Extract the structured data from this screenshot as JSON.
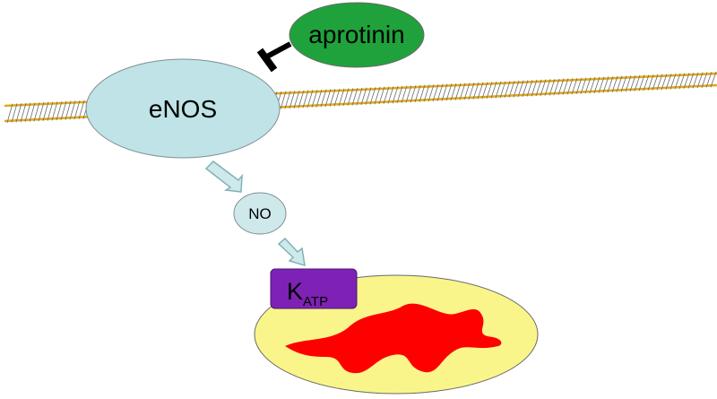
{
  "nodes": {
    "aprotinin": {
      "label": "aprotinin",
      "color": "#1fa23c"
    },
    "enos": {
      "label": "eNOS",
      "color": "#bfe3e6"
    },
    "no": {
      "label": "NO",
      "color": "#cfe9eb"
    },
    "katp": {
      "label": "K",
      "subscript": "ATP",
      "color": "#7e22b5"
    },
    "mitochondrion": {
      "outer_color": "#f9f58a",
      "inner_color": "#ff0000"
    }
  },
  "edges": [
    {
      "from": "aprotinin",
      "to": "enos",
      "kind": "inhibition"
    },
    {
      "from": "enos",
      "to": "no",
      "kind": "activation"
    },
    {
      "from": "no",
      "to": "katp",
      "kind": "activation"
    }
  ],
  "colors": {
    "arrow_fill": "#cfe9eb",
    "arrow_stroke": "#7fb2b9",
    "fiber": "#e0a81a",
    "fiber_hatch": "#6a6a6a"
  }
}
